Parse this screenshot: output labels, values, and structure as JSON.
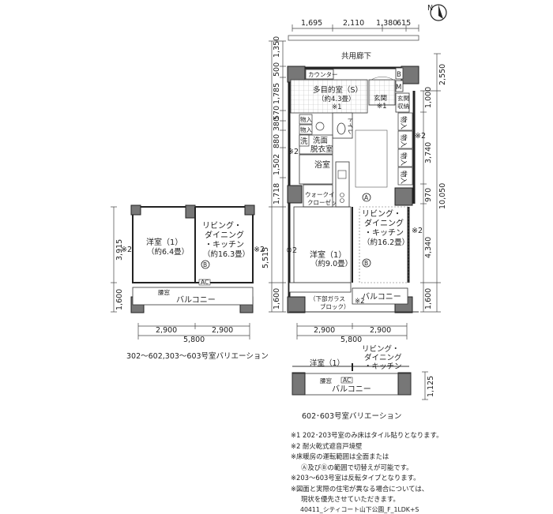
{
  "compass": {
    "label": "N"
  },
  "main": {
    "top_dims": [
      "1,695",
      "2,110",
      "1,380",
      "615"
    ],
    "left_dims": [
      "1,350",
      "500",
      "1,785",
      "570",
      "380",
      "880",
      "1,502",
      "1,718",
      "5,515",
      "1,600"
    ],
    "right_dims": [
      "2,550",
      "1,000",
      "3,740",
      "970",
      "10,050",
      "4,340",
      "1,600"
    ],
    "bottom_dims": [
      "2,900",
      "2,900",
      "5,800"
    ],
    "corridor": "共用廊下",
    "counter": "カウンター",
    "multipurpose": [
      "多目的室（S）",
      "（約4.3畳）",
      "※1"
    ],
    "genkan": [
      "玄関",
      "※1"
    ],
    "shoe_storage": [
      "玄関",
      "収納"
    ],
    "b_label": "B",
    "m_label": "M",
    "toilet": "トイレ",
    "storage_small": "物入",
    "washroom": [
      "洗面",
      "脱衣室"
    ],
    "wash_label": "洗",
    "bathroom": "浴室",
    "walkin": [
      "ウォークイン",
      "クローゼット"
    ],
    "ldk": [
      "リビング・",
      "ダイニング",
      "・キッチン",
      "（約16.2畳）"
    ],
    "bedroom": [
      "洋室（1）",
      "（約9.0畳）"
    ],
    "circle_a": "A",
    "circle_b": "B",
    "balcony": "バルコニー",
    "glass_block": [
      "（下部ガラス",
      "ブロック）"
    ],
    "note2_marks": [
      "※2",
      "※2",
      "※2",
      "※2",
      "※2"
    ]
  },
  "var1": {
    "caption": "302～602,303～603号室バリエーション",
    "left_dims": [
      "3,915",
      "1,600"
    ],
    "bottom_dims": [
      "2,900",
      "2,900",
      "5,800"
    ],
    "bedroom": [
      "洋室（1）",
      "（約6.4畳）"
    ],
    "ldk": [
      "リビング・",
      "ダイニング",
      "・キッチン",
      "（約16.3畳）"
    ],
    "circle_b": "B",
    "ac_label": "AC",
    "balcony": "バルコニー",
    "window": "腰窓",
    "note2_marks": [
      "※2",
      "※2"
    ]
  },
  "var2": {
    "caption": "602･603号室バリエーション",
    "right_dim": "1,125",
    "bedroom": "洋室（1）",
    "ldk": [
      "リビング・",
      "ダイニング",
      "・キッチン"
    ],
    "balcony": "バルコニー",
    "ac_label": "AC",
    "window": "腰窓"
  },
  "notes": [
    "※1 202･203号室のみ床はタイル貼りとなります。",
    "※2 耐火乾式遮音戸境壁",
    "※床暖房の運転範囲は全面または",
    "Ⓐ及びⒷの範囲で切替えが可能です。",
    "※203～603号室は反転タイプとなります。",
    "※図面と実際の住宅が異なる場合については、",
    "現状を優先させていただきます。"
  ],
  "footer": "40411_シティコート山下公園_F_1LDK+S"
}
